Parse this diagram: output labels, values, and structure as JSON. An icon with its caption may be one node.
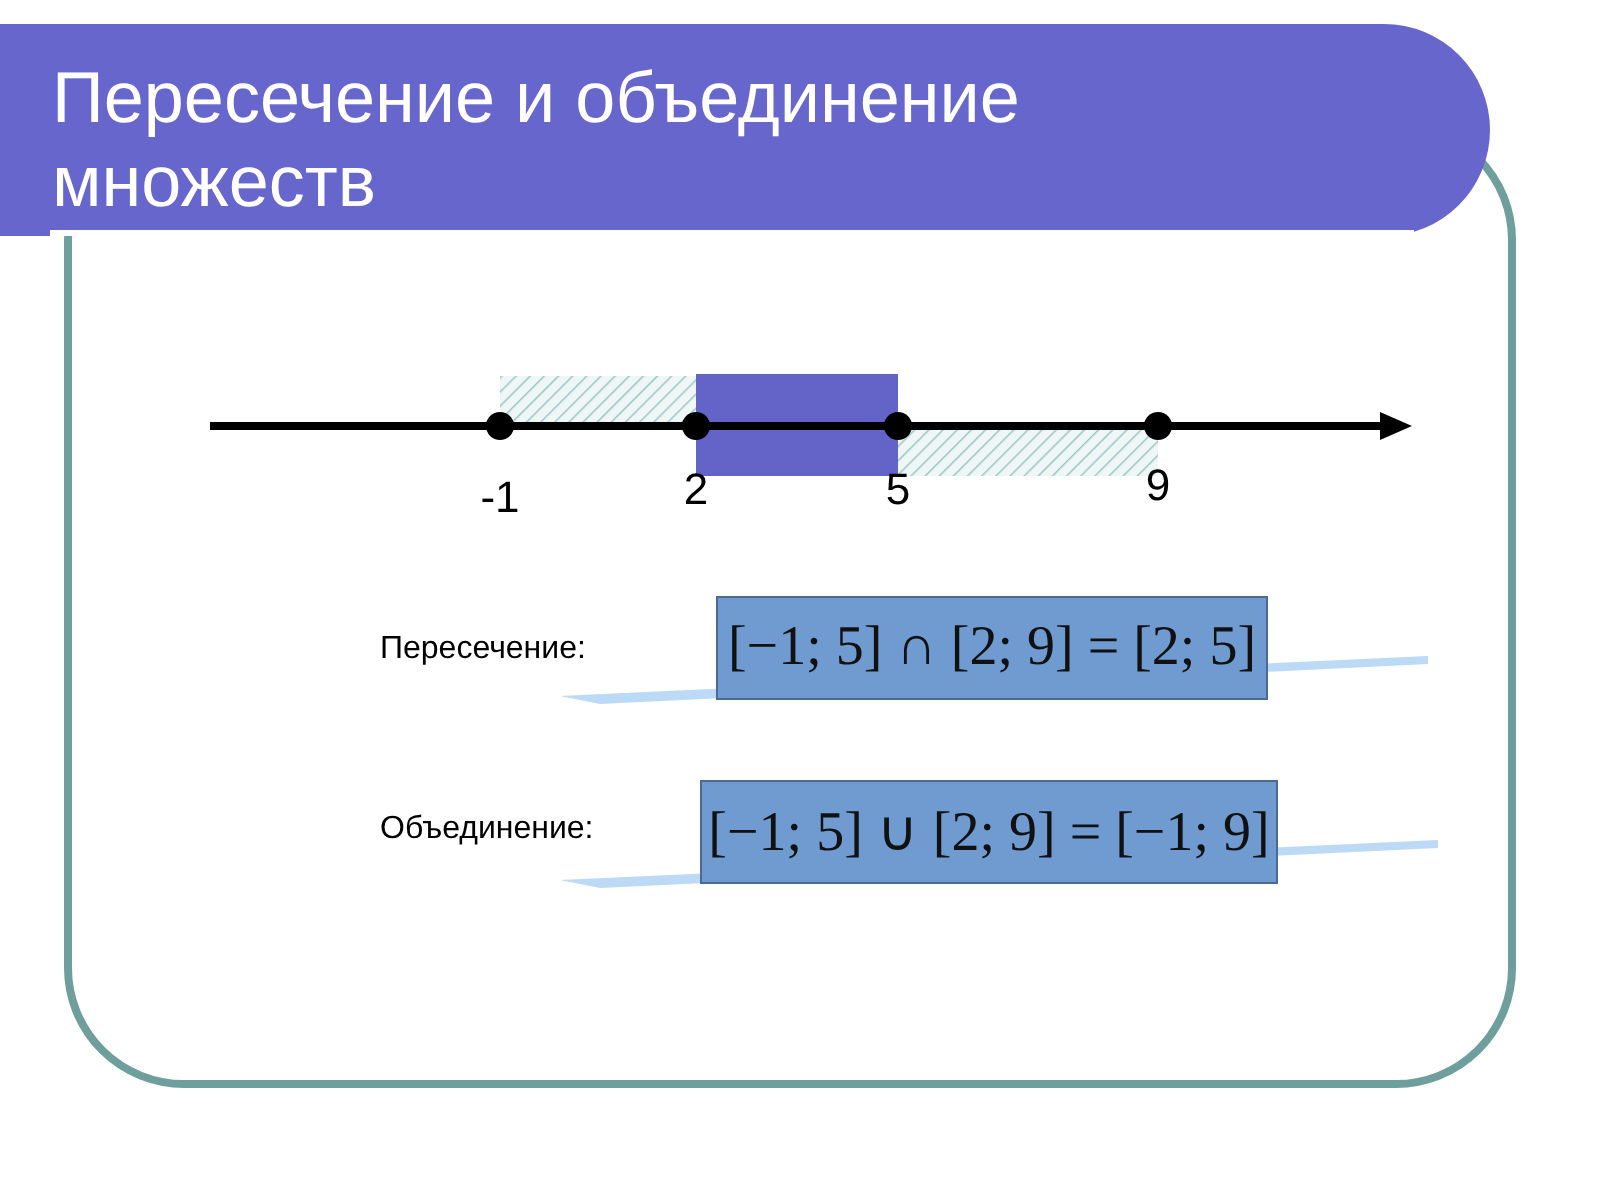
{
  "diagram": {
    "title": "Пересечение и объединение множеств",
    "nodes": [
      {
        "text": [
          "[−1; 5] ∩ [2; 9] = [2; 5]"
        ]
      },
      {
        "text": [
          "[−1; 5] ∪ [2; 9] = [−1; 9]"
        ]
      }
    ],
    "labels": [
      "-1",
      "2",
      "5",
      "9",
      "Пересечение:",
      "Объединение:"
    ]
  }
}
